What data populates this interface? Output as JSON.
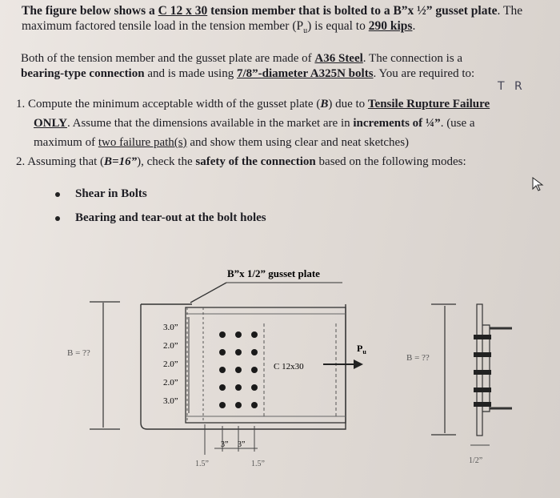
{
  "problem": {
    "intro": {
      "t1": "The figure below shows a ",
      "member": "C 12 x 30",
      "t2": " tension member that is bolted to a ",
      "plate": "B”x ½” gusset plate",
      "t3": ". The",
      "t4": "maximum factored tensile load in the tension member (P",
      "sub_u": "u",
      "t5": ") is equal to ",
      "load": "290 kips",
      "t6": "."
    },
    "para2": {
      "t1": "Both of the tension member and the gusset plate are made of ",
      "steel": "A36 Steel",
      "t2": ". The connection is a",
      "conn": "bearing-type connection",
      "t3": " and is made using ",
      "bolts": "7/8”-diameter A325N bolts",
      "t4": ". You are required to:"
    },
    "handwritten_note": "T R",
    "item1": {
      "num": "1.",
      "t1": "Compute the minimum acceptable width of the gusset plate (",
      "bvar": "B",
      "t2": ") due to ",
      "mode": "Tensile Rupture Failure",
      "only": "ONLY",
      "t3": ". Assume that the dimensions available in the market are in ",
      "incr": "increments of ¼”",
      "t4": ". (use a",
      "t5": "maximum of ",
      "paths": "two failure path(s)",
      "t6": " and show them using clear and neat sketches)"
    },
    "item2": {
      "num": "2.",
      "t1": "Assuming that (",
      "bval": "B=16”",
      "t2": "), check the ",
      "safety": "safety of the connection",
      "t3": " based on the following modes:",
      "bullets": [
        "Shear in Bolts",
        "Bearing and tear-out at the bolt holes"
      ]
    }
  },
  "figure": {
    "plate_label": "B”x 1/2” gusset plate",
    "b_left": "B = ??",
    "b_right": "B = ??",
    "member_label": "C 12x30",
    "load_label": "P",
    "load_sub": "u",
    "spacings": [
      "3.0”",
      "2.0”",
      "2.0”",
      "2.0”",
      "3.0”"
    ],
    "pitch": [
      "3”",
      "3”"
    ],
    "edges": [
      "1.5”",
      "1.5”"
    ],
    "thickness": "1/2”"
  }
}
